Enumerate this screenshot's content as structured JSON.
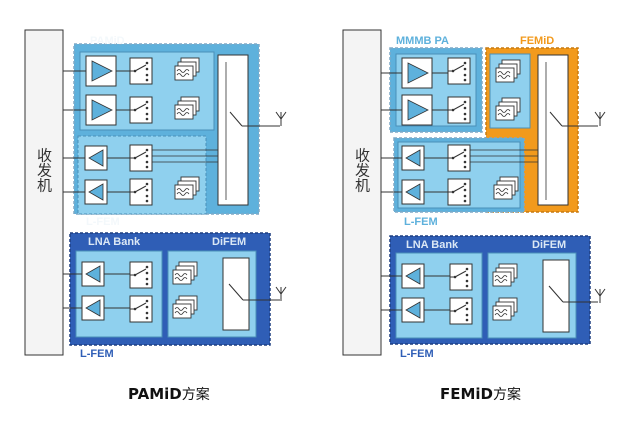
{
  "colors": {
    "light_blue": "#5eb1dc",
    "inner_blue": "#8fd0ee",
    "dark_blue": "#2f5eb6",
    "orange": "#f29a1d",
    "label_white": "#f3f8fb",
    "transceiver_fill": "#f4f4f4",
    "line": "#333333"
  },
  "left": {
    "transceiver_label": "收发机",
    "pamid_label": "PAMiD",
    "lfem_upper_label": "L-FEM",
    "lna_bank_label": "LNA Bank",
    "difem_label": "DiFEM",
    "lfem_lower_label": "L-FEM",
    "caption_main": "PAMiD",
    "caption_sub": "方案"
  },
  "right": {
    "transceiver_label": "收发机",
    "mmmb_label": "MMMB PA",
    "femid_label": "FEMiD",
    "lfem_upper_label": "L-FEM",
    "lna_bank_label": "LNA Bank",
    "difem_label": "DiFEM",
    "lfem_lower_label": "L-FEM",
    "caption_main": "FEMiD",
    "caption_sub": "方案"
  }
}
